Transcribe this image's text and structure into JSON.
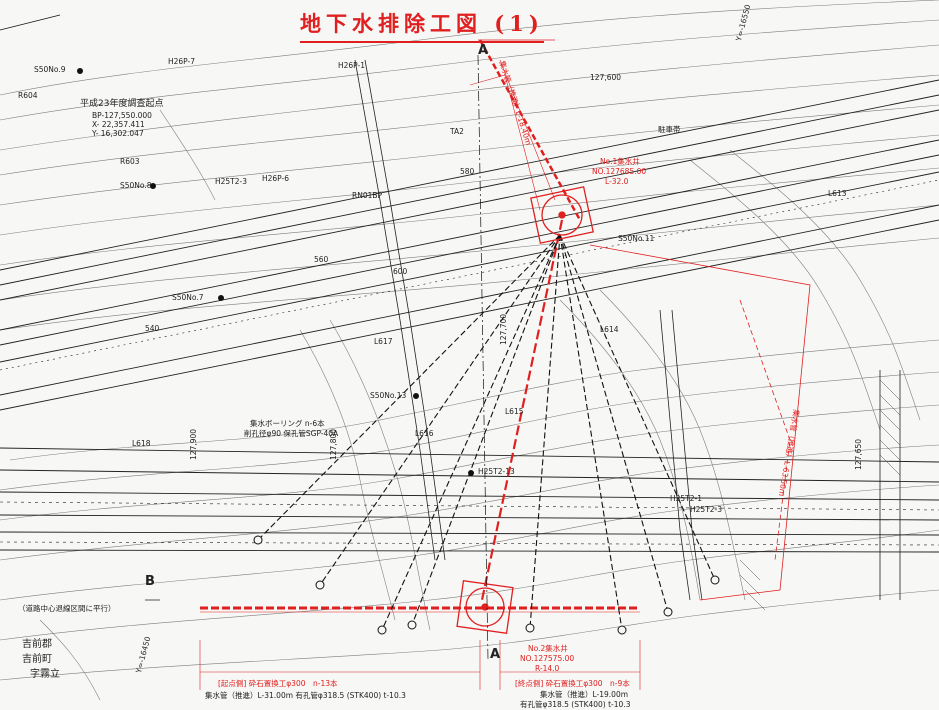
{
  "title": "地下水排除工図 (1)",
  "section_marks": {
    "a": "A",
    "b": "B"
  },
  "survey_point": {
    "heading": "平成23年度調査起点",
    "bp": "BP-127,550.000",
    "x": "X- 22,357.411",
    "y": "Y- 16,302.047"
  },
  "grid": {
    "y16550": "Y=-16550",
    "y16450": "Y=-16450"
  },
  "wells": {
    "well1": {
      "name": "No.1集水井",
      "no": "NO.127685.00",
      "l": "L-32.0"
    },
    "well2": {
      "name": "No.2集水井",
      "no": "NO.127575.00",
      "r": "R-14.0"
    }
  },
  "boring_note": {
    "line1": "集水ボーリング n-6本",
    "line2": "削孔径φ90 保孔管SGP-40A"
  },
  "bottom_left_group": {
    "line1": "[起点側] 砕石置換工φ300　n-13本",
    "line2": "集水管（推進）L-31.00m 有孔管φ318.5 (STK400) t-10.3"
  },
  "bottom_right_group": {
    "line1": "[終点側] 砕石置換工φ300　n-9本",
    "line2": "集水管（推進）L-19.00m",
    "line3": "有孔管φ318.5 (STK400) t-10.3"
  },
  "pipe_label_upper": "集水管（推進）L-18.40m",
  "pipe_label_right": "集水管（推進）L-63.50m",
  "road_note": "（道路中心退線区間に平行）",
  "place": {
    "l1": "吉前郡",
    "l2": "吉前町",
    "l3": "字霧立"
  },
  "parking": "駐車帯",
  "points": {
    "s50no9": "S50No.9",
    "h26p7": "H26P-7",
    "r604": "R604",
    "r603": "R603",
    "s50no8": "S50No.8",
    "h25t23": "H25T2-3",
    "h26p6": "H26P-6",
    "h26p1": "H26P-1",
    "s50no7": "S50No.7",
    "s50no11": "S50No.11",
    "s50no13": "S50No.13",
    "h25t213": "H25T2-13",
    "h25t21": "H25T2-1",
    "h25t23b": "H25T2-3",
    "l617": "L617",
    "l616": "L616",
    "l615": "L615",
    "l614": "L614",
    "l613": "L613",
    "l618": "L618",
    "ta2": "TA2",
    "no1b": "RN01BP"
  },
  "stations": {
    "s127800": "127,800",
    "s127700": "127,700",
    "s127600": "127,600",
    "s127900": "127,900",
    "s127650": "127,650"
  },
  "contours": {
    "c540": "540",
    "c560": "560",
    "c580": "580",
    "c600": "600"
  },
  "chart_data": {
    "type": "table",
    "title": "地下水排除工図 (1)",
    "rows": [
      {
        "item": "No.1集水井",
        "no": "NO.127685.00",
        "offset": "L-32.0"
      },
      {
        "item": "No.2集水井",
        "no": "NO.127575.00",
        "offset": "R-14.0"
      },
      {
        "item": "集水ボーリング",
        "count": "n-6本",
        "spec": "削孔径φ90 保孔管SGP-40A"
      },
      {
        "item": "[起点側] 砕石置換工φ300",
        "count": "n-13本",
        "pipe": "L-31.00m",
        "spec": "有孔管φ318.5 (STK400) t-10.3"
      },
      {
        "item": "[終点側] 砕石置換工φ300",
        "count": "n-9本",
        "pipe": "L-19.00m",
        "spec": "有孔管φ318.5 (STK400) t-10.3"
      }
    ]
  },
  "colors": {
    "red": "#e02020",
    "ink": "#222222",
    "paper": "#f7f7f5"
  }
}
